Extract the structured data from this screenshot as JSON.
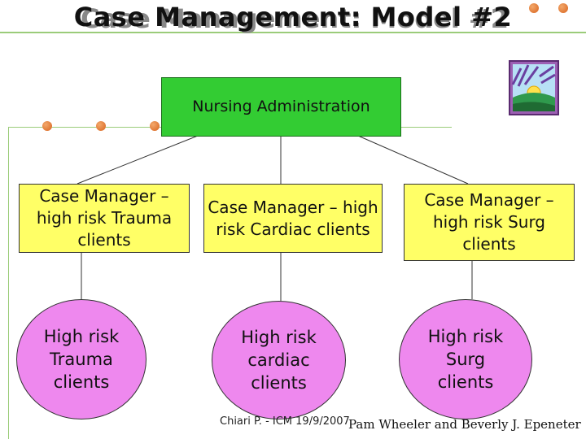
{
  "title": "Case Management:  Model #2",
  "root": {
    "label": "Nursing Administration"
  },
  "case_managers": [
    {
      "label": "Case Manager – high risk Trauma clients"
    },
    {
      "label": "Case Manager – high risk Cardiac clients"
    },
    {
      "label": "Case Manager – high risk Surg clients"
    }
  ],
  "client_groups": [
    {
      "label": "High risk Trauma clients"
    },
    {
      "label": "High risk cardiac clients"
    },
    {
      "label": "High risk Surg clients"
    }
  ],
  "footer": {
    "credit_small": "Chiari P. - ICM 19/9/2007",
    "credit_large": "Pam Wheeler and Beverly J. Epeneter"
  },
  "colors": {
    "root_fill": "#33cc33",
    "box_fill": "#ffff66",
    "ellipse_fill": "#ee88ee",
    "accent": "#9bcc7a",
    "dot": "#e07a2e"
  },
  "icons": {
    "clipart": "sunrise-landscape-icon"
  }
}
